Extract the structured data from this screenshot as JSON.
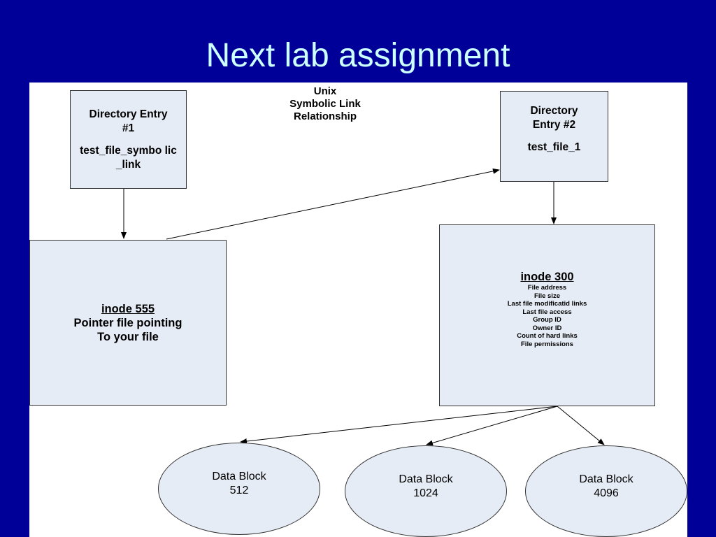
{
  "slide": {
    "title": "Next lab assignment"
  },
  "diagram": {
    "caption": [
      "Unix",
      "Symbolic Link",
      "Relationship"
    ],
    "dir_entry_1": {
      "label": "Directory Entry #1",
      "name": "test_file_symbo lic_link"
    },
    "dir_entry_2": {
      "label": "Directory Entry #2",
      "name": "test_file_1"
    },
    "inode_555": {
      "title": "inode 555",
      "line1": "Pointer file pointing",
      "line2": "To your file"
    },
    "inode_300": {
      "title": "inode 300",
      "attributes": [
        "File address",
        "File size",
        "Last file modificatid links",
        "Last file access",
        "Group ID",
        "Owner ID",
        "Count of hard links",
        "File permissions"
      ]
    },
    "data_blocks": [
      {
        "label": "Data Block",
        "size": "512"
      },
      {
        "label": "Data Block",
        "size": "1024"
      },
      {
        "label": "Data Block",
        "size": "4096"
      }
    ]
  }
}
